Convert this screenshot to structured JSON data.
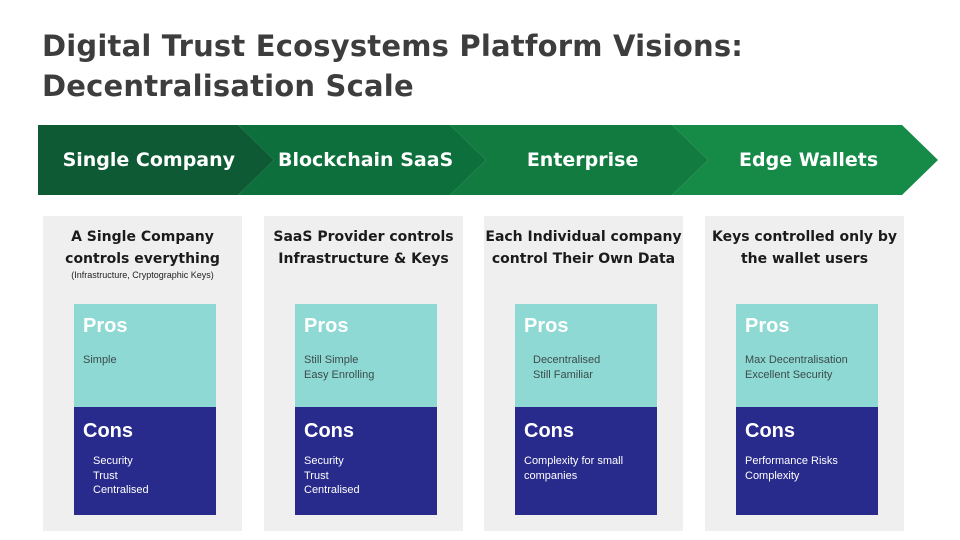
{
  "title": {
    "line1": "Digital Trust Ecosystems Platform Visions:",
    "line2": "Decentralisation Scale"
  },
  "stages": [
    {
      "label": "Single Company",
      "color": "#0e5a35"
    },
    {
      "label": "Blockchain SaaS",
      "color": "#0d6f3b"
    },
    {
      "label": "Enterprise",
      "color": "#117b40"
    },
    {
      "label": "Edge Wallets",
      "color": "#168a47"
    }
  ],
  "columns": [
    {
      "heading_line1": "A Single Company",
      "heading_line2": "controls everything",
      "subheading": "(Infrastructure, Cryptographic Keys)",
      "pros_title": "Pros",
      "pros": [
        "Simple",
        ""
      ],
      "cons_title": "Cons",
      "cons": [
        "Security",
        "Trust",
        "Centralised"
      ]
    },
    {
      "heading_line1": "SaaS Provider controls",
      "heading_line2": "Infrastructure & Keys",
      "subheading": "",
      "pros_title": "Pros",
      "pros": [
        "Still Simple",
        "Easy Enrolling"
      ],
      "cons_title": "Cons",
      "cons": [
        "Security",
        "Trust",
        "Centralised"
      ]
    },
    {
      "heading_line1": "Each Individual company",
      "heading_line2": "control Their Own Data",
      "subheading": "",
      "pros_title": "Pros",
      "pros": [
        "Decentralised",
        "Still Familiar"
      ],
      "cons_title": "Cons",
      "cons": [
        "Complexity for small",
        "companies",
        ""
      ]
    },
    {
      "heading_line1": "Keys controlled only by",
      "heading_line2": "the wallet users",
      "subheading": "",
      "pros_title": "Pros",
      "pros": [
        "Max Decentralisation",
        "Excellent Security"
      ],
      "cons_title": "Cons",
      "cons": [
        "Performance Risks",
        "Complexity",
        ""
      ]
    }
  ]
}
